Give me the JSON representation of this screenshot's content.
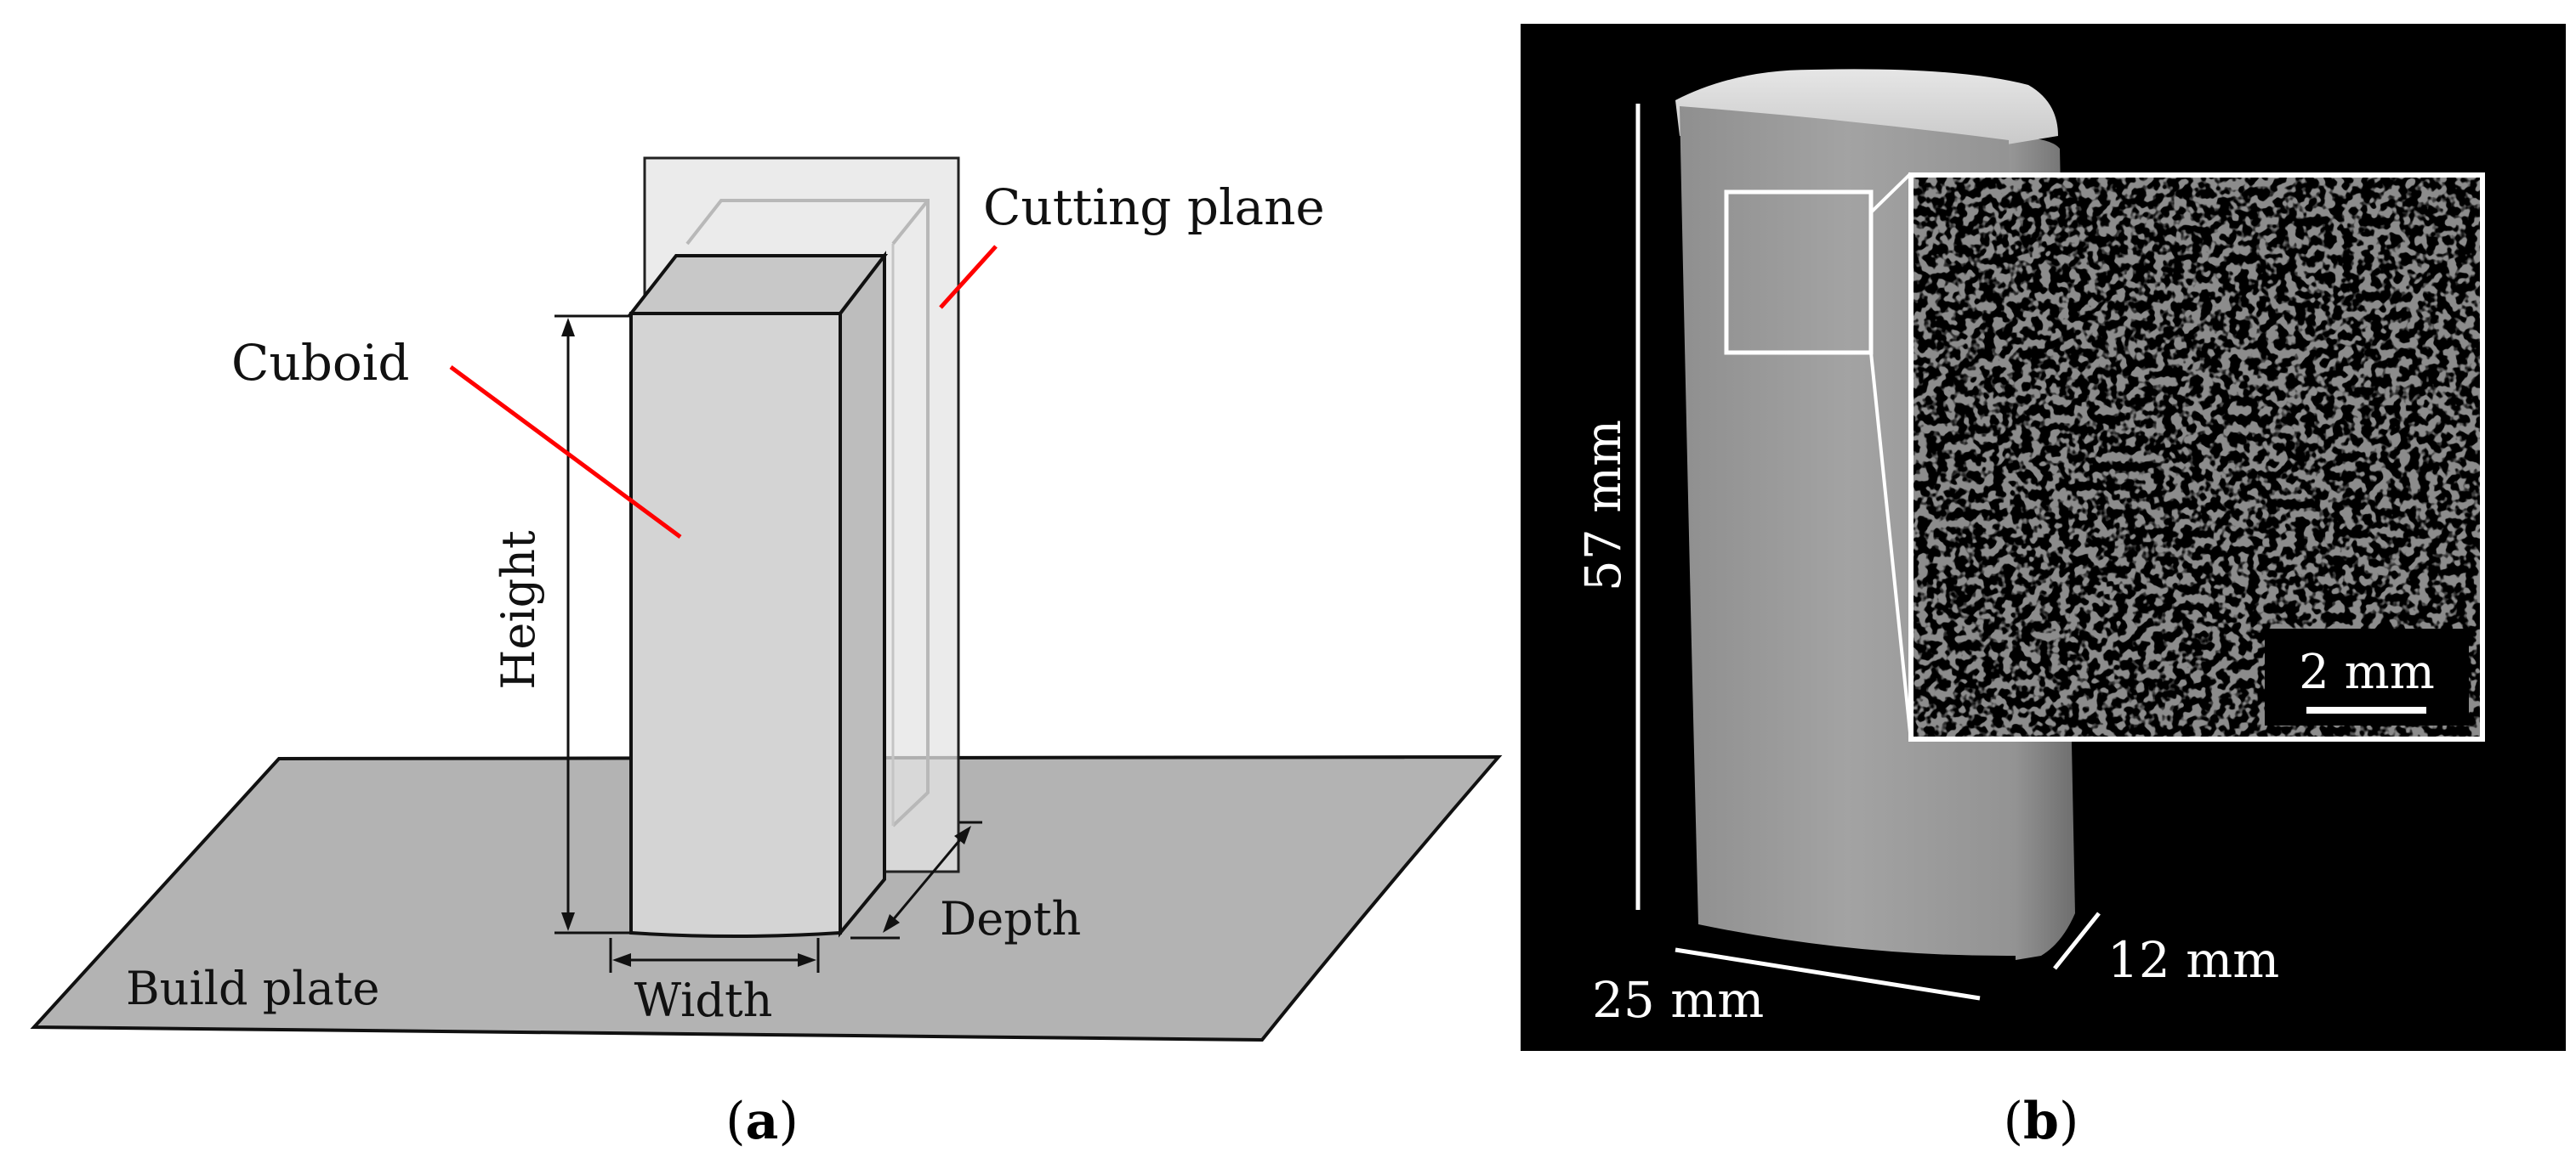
{
  "panel_a": {
    "labels": {
      "cutting_plane": "Cutting plane",
      "cuboid": "Cuboid",
      "height": "Height",
      "depth": "Depth",
      "width": "Width",
      "build_plate": "Build plate"
    },
    "caption": {
      "open": "(",
      "letter": "a",
      "close": ")"
    }
  },
  "panel_b": {
    "labels": {
      "height_dim": "57 mm",
      "width_dim": "25 mm",
      "depth_dim": "12 mm",
      "scale_bar": "2 mm"
    },
    "caption": {
      "open": "(",
      "letter": "b",
      "close": ")"
    }
  },
  "colors": {
    "annotation_line": "#ff0000",
    "build_plate": "#b3b3b3",
    "cuboid_front": "#d4d4d4",
    "photo_background": "#000000"
  }
}
